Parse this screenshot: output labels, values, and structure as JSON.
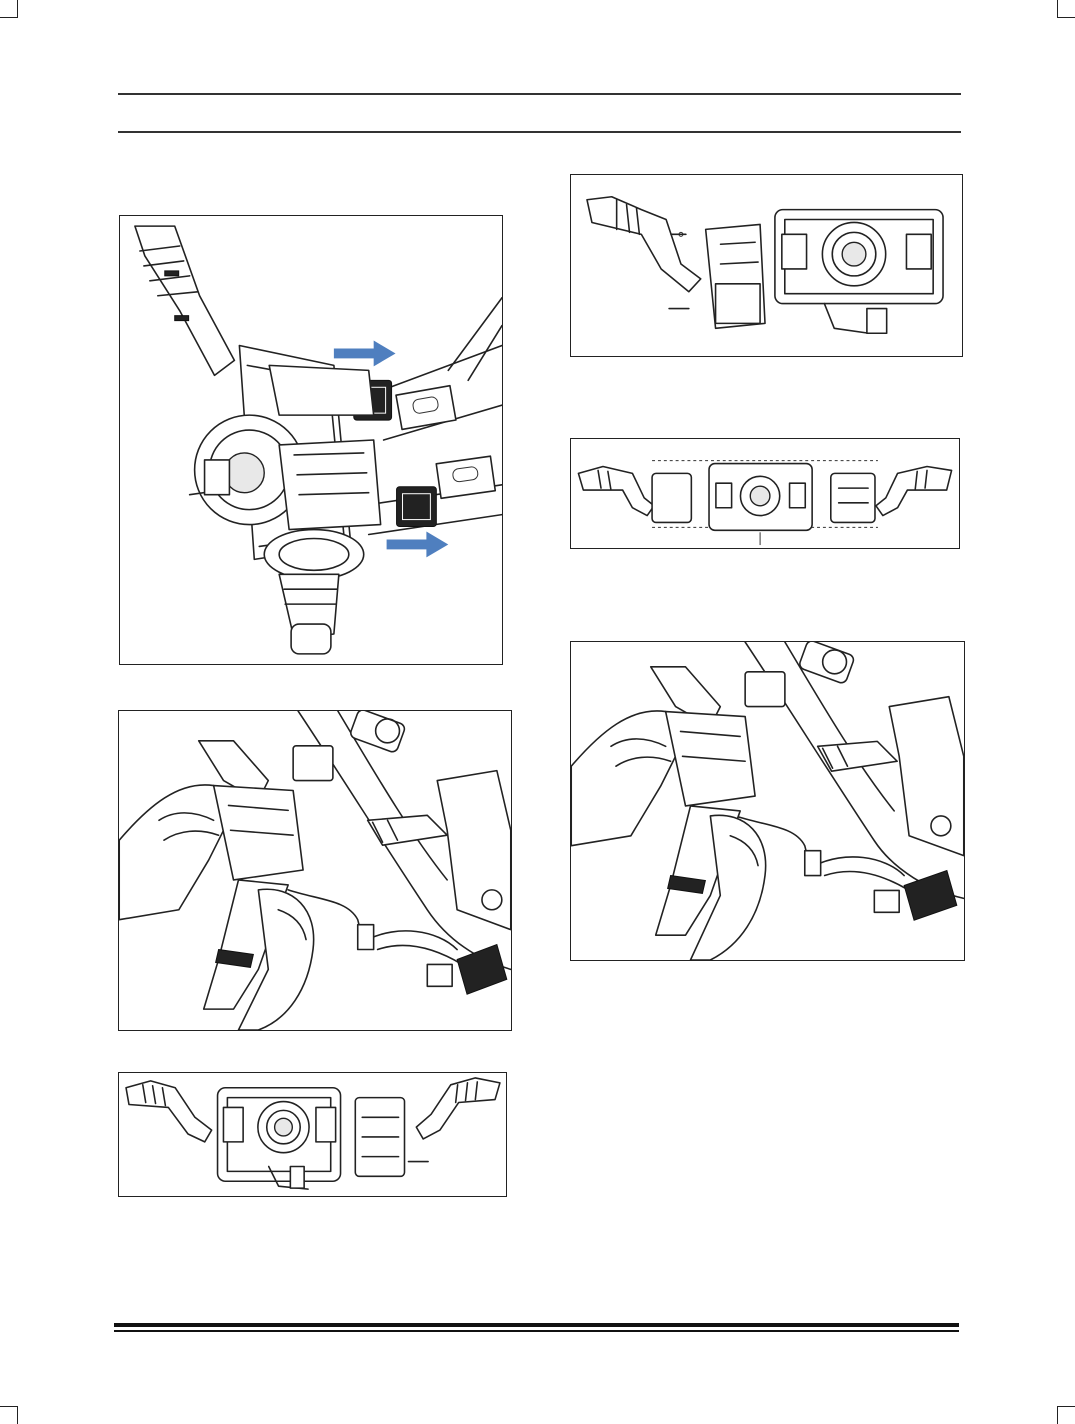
{
  "page": {
    "header_text": "",
    "footer_text": ""
  },
  "figures": [
    {
      "id": "fig-combination-switch-connectors",
      "icon": "steering-column-combination-switch-illustration",
      "arrows": 2,
      "arrow_color": "#4f7fbf"
    },
    {
      "id": "fig-lever-removed-top",
      "icon": "switch-lever-and-clock-spring-illustration"
    },
    {
      "id": "fig-switch-assembly-row",
      "icon": "combination-switch-exploded-illustration"
    },
    {
      "id": "fig-hands-removing-switch-left",
      "icon": "hands-removing-switch-illustration"
    },
    {
      "id": "fig-hands-removing-switch-right",
      "icon": "hands-removing-switch-illustration"
    },
    {
      "id": "fig-switch-assembly-bottom",
      "icon": "combination-switch-assembly-illustration"
    }
  ]
}
